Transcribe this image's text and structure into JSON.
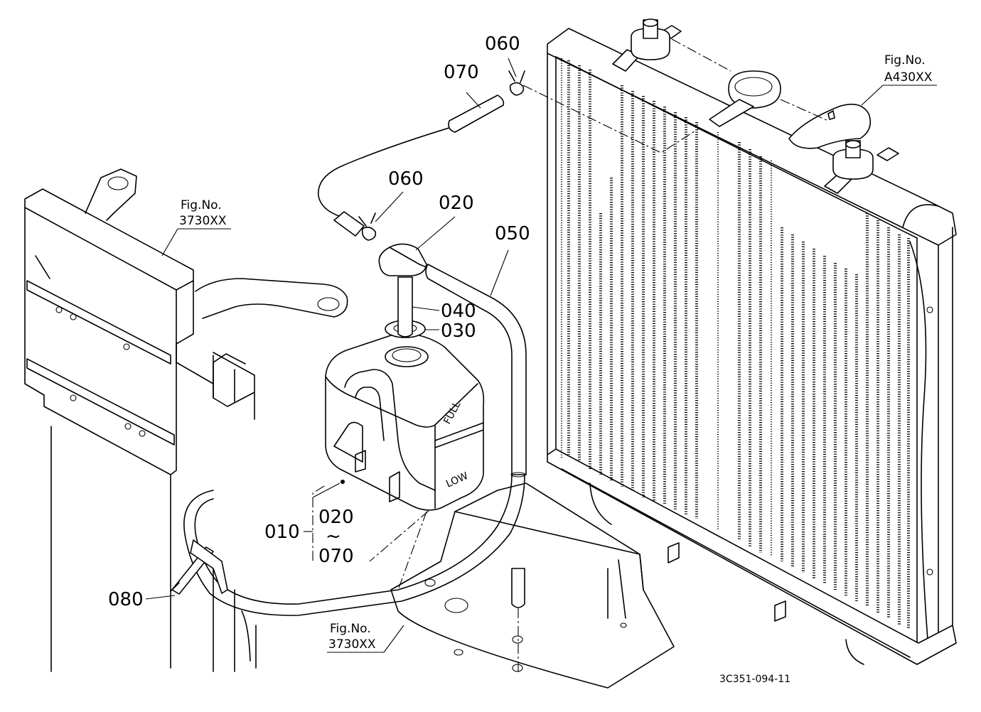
{
  "parts": {
    "p010": "010",
    "p020_cap": "020",
    "p020_range": "020",
    "range_sep": "~",
    "p070_range": "070",
    "p030": "030",
    "p040": "040",
    "p050": "050",
    "p060_top": "060",
    "p060_mid": "060",
    "p070_top": "070",
    "p080": "080"
  },
  "tank": {
    "full": "FULL",
    "low": "LOW"
  },
  "fig_refs": {
    "left": {
      "label": "Fig.No.",
      "code": "3730XX"
    },
    "bottom": {
      "label": "Fig.No.",
      "code": "3730XX"
    },
    "right": {
      "label": "Fig.No.",
      "code": "A430XX"
    }
  },
  "drawing_code": "3C351-094-11"
}
